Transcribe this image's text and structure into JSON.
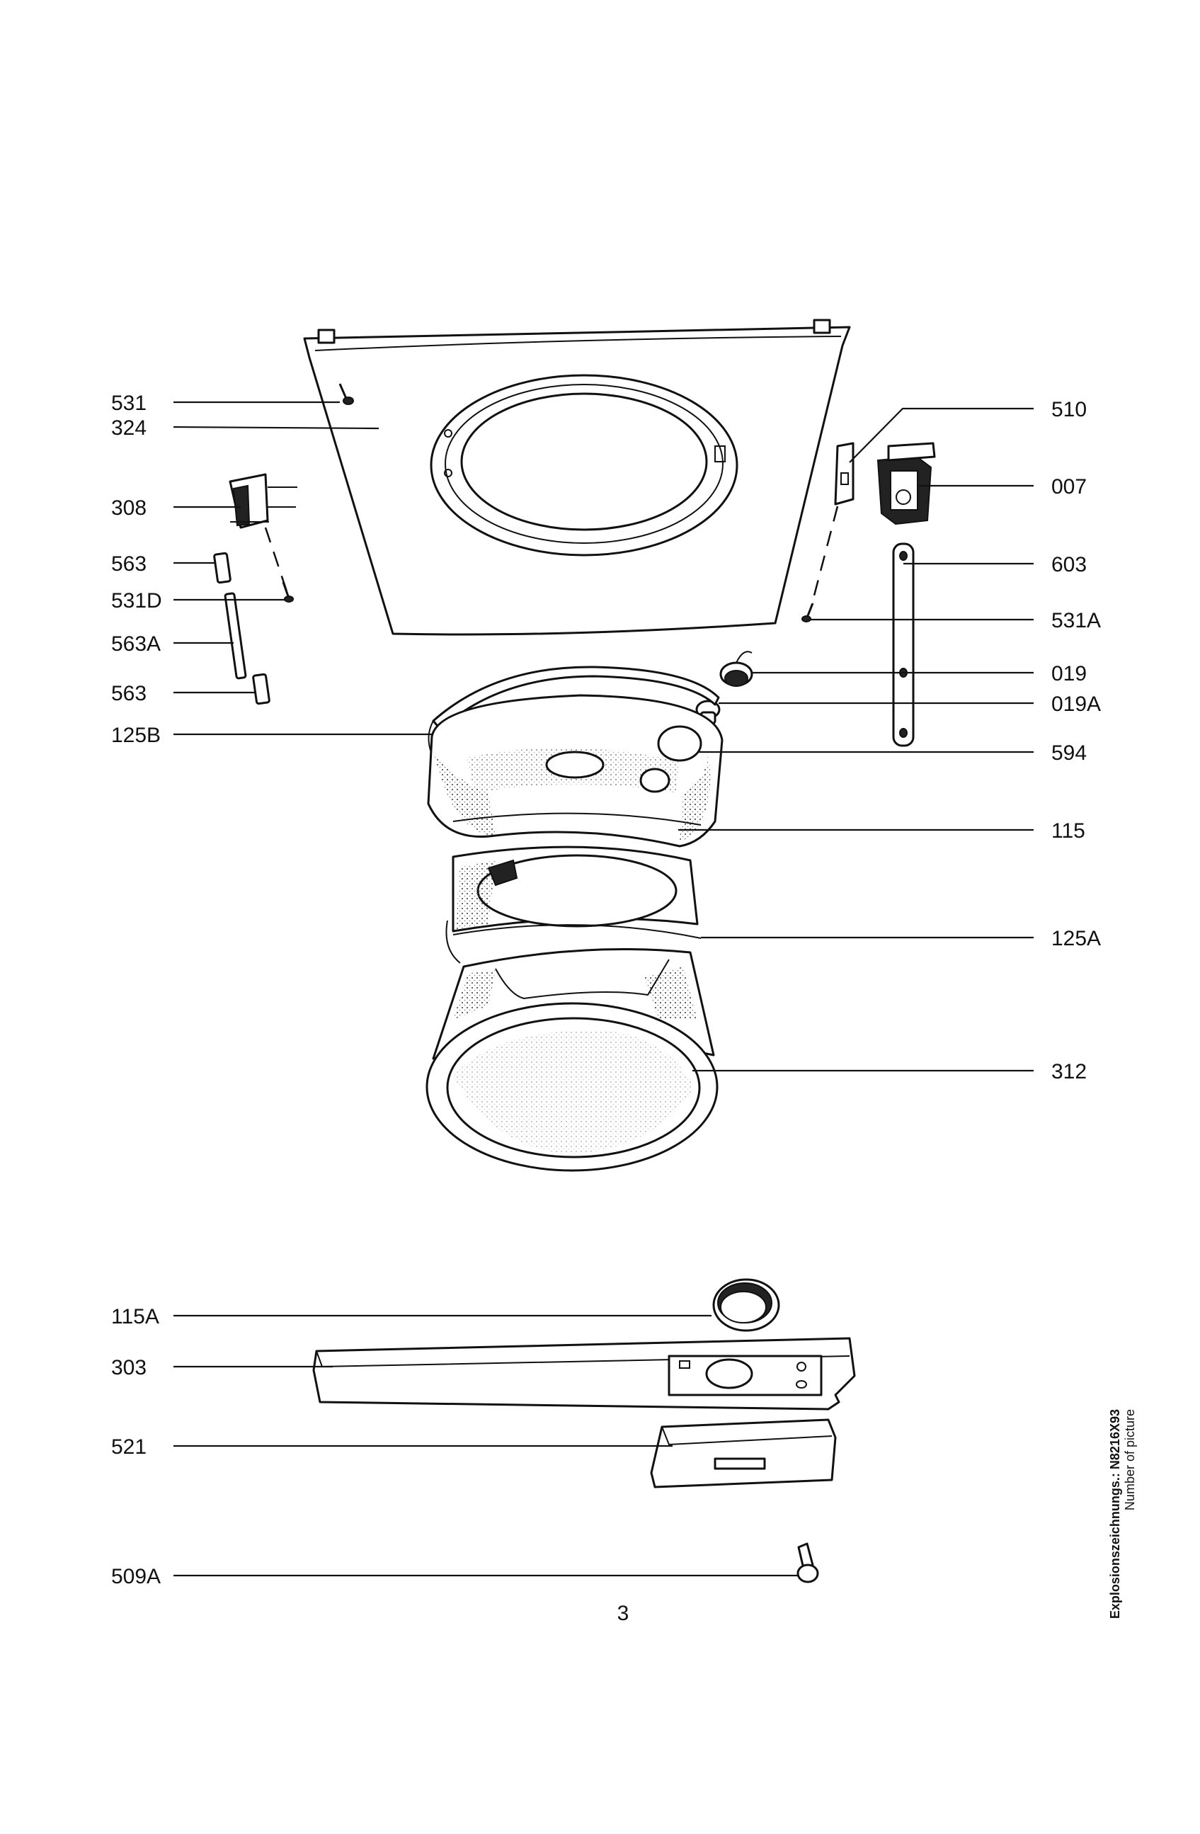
{
  "labels_left": [
    {
      "id": "531",
      "text": "531"
    },
    {
      "id": "324",
      "text": "324"
    },
    {
      "id": "308",
      "text": "308"
    },
    {
      "id": "563-top",
      "text": "563"
    },
    {
      "id": "531D",
      "text": "531D"
    },
    {
      "id": "563A",
      "text": "563A"
    },
    {
      "id": "563-bottom",
      "text": "563"
    },
    {
      "id": "125B",
      "text": "125B"
    },
    {
      "id": "115A",
      "text": "115A"
    },
    {
      "id": "303",
      "text": "303"
    },
    {
      "id": "521",
      "text": "521"
    },
    {
      "id": "509A",
      "text": "509A"
    }
  ],
  "labels_right": [
    {
      "id": "510",
      "text": "510"
    },
    {
      "id": "007",
      "text": "007"
    },
    {
      "id": "603",
      "text": "603"
    },
    {
      "id": "531A",
      "text": "531A"
    },
    {
      "id": "019",
      "text": "019"
    },
    {
      "id": "019A",
      "text": "019A"
    },
    {
      "id": "594",
      "text": "594"
    },
    {
      "id": "115",
      "text": "115"
    },
    {
      "id": "125A",
      "text": "125A"
    },
    {
      "id": "312",
      "text": "312"
    }
  ],
  "page_number": "3",
  "sidebar": {
    "title": "Explosionszeichnungs.: N8216X93",
    "subtitle": "Number of picture"
  }
}
